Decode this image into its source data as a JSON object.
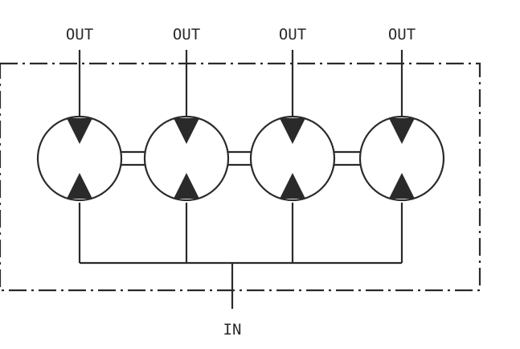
{
  "diagram": {
    "out_label": "OUT",
    "in_label": "IN",
    "units": [
      {
        "out_label": "OUT"
      },
      {
        "out_label": "OUT"
      },
      {
        "out_label": "OUT"
      },
      {
        "out_label": "OUT"
      }
    ],
    "colors": {
      "stroke": "#2a2a2a",
      "fill": "#ffffff",
      "background": "#ffffff"
    }
  }
}
